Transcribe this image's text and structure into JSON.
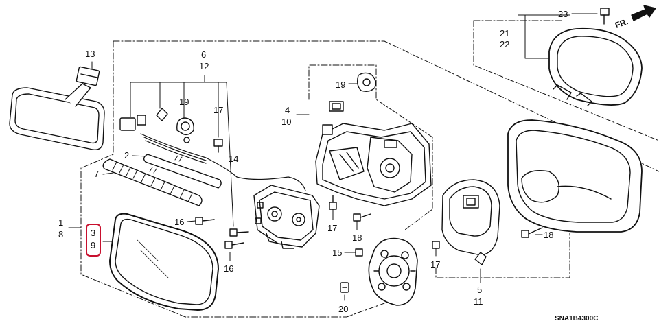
{
  "diagram": {
    "code": "SNA1B4300C",
    "front_marker": "FR.",
    "highlight_color": "#c8102e",
    "labels": {
      "p1": "1",
      "p8": "8",
      "p3": "3",
      "p9": "9",
      "p13": "13",
      "p6": "6",
      "p12": "12",
      "p19a": "19",
      "p17a": "17",
      "p2": "2",
      "p14": "14",
      "p7": "7",
      "p16a": "16",
      "p16b": "16",
      "p4": "4",
      "p10": "10",
      "p19b": "19",
      "p17b": "17",
      "p18a": "18",
      "p15": "15",
      "p20": "20",
      "p23": "23",
      "p21": "21",
      "p22": "22",
      "p18b": "18",
      "p17c": "17",
      "p5": "5",
      "p11": "11"
    }
  }
}
